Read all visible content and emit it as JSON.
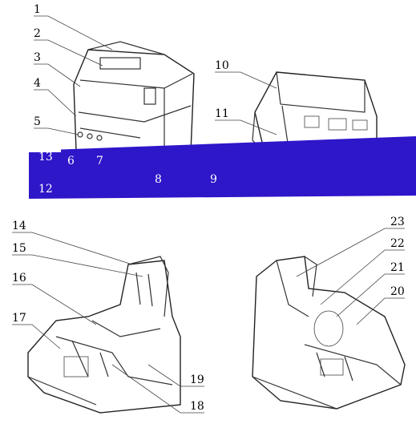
{
  "labels": {
    "l1": "1",
    "l2": "2",
    "l3": "3",
    "l4": "4",
    "l5": "5",
    "l6": "6",
    "l7": "7",
    "l8": "8",
    "l9": "9",
    "l10": "10",
    "l11": "11",
    "l12": "12",
    "l13": "13",
    "l14": "14",
    "l15": "15",
    "l16": "16",
    "l17": "17",
    "l18": "18",
    "l19": "19",
    "l20": "20",
    "l21": "21",
    "l22": "22",
    "l23": "23"
  },
  "colors": {
    "overlay_band": "#2e16c9",
    "line": "#333333"
  }
}
